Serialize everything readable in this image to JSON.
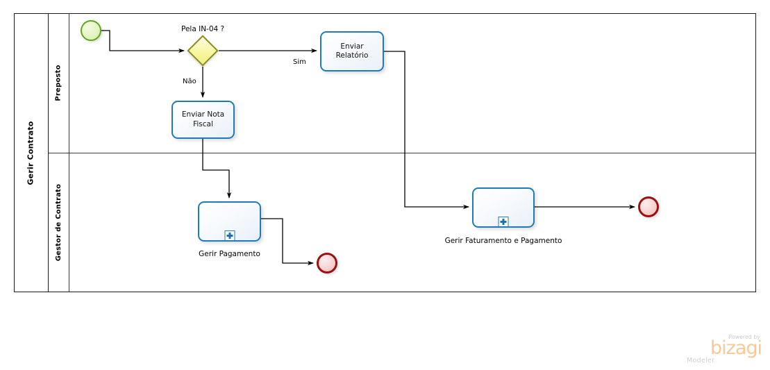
{
  "diagram": {
    "type": "bpmn-process",
    "pool": {
      "name": "Gerir Contrato"
    },
    "lanes": [
      {
        "id": "lane-preposto",
        "name": "Preposto"
      },
      {
        "id": "lane-gestor",
        "name": "Gestor de Contrato"
      }
    ],
    "nodes": [
      {
        "id": "start-1",
        "type": "start-event",
        "lane": "lane-preposto",
        "label": ""
      },
      {
        "id": "gateway-1",
        "type": "exclusive-gateway",
        "lane": "lane-preposto",
        "label": "Pela IN-04 ?"
      },
      {
        "id": "task-relatorio",
        "type": "task",
        "lane": "lane-preposto",
        "label": "Enviar Relatório"
      },
      {
        "id": "task-nota-fiscal",
        "type": "task",
        "lane": "lane-preposto",
        "label": "Enviar Nota Fiscal"
      },
      {
        "id": "subprocess-pagamento",
        "type": "collapsed-subprocess",
        "lane": "lane-gestor",
        "label": "Gerir Pagamento"
      },
      {
        "id": "subprocess-faturamento",
        "type": "collapsed-subprocess",
        "lane": "lane-gestor",
        "label": "Gerir Faturamento e Pagamento"
      },
      {
        "id": "end-1",
        "type": "end-event",
        "lane": "lane-gestor",
        "label": ""
      },
      {
        "id": "end-2",
        "type": "end-event",
        "lane": "lane-gestor",
        "label": ""
      }
    ],
    "flows": [
      {
        "id": "flow-start-gateway",
        "from": "start-1",
        "to": "gateway-1",
        "label": ""
      },
      {
        "id": "flow-sim",
        "from": "gateway-1",
        "to": "task-relatorio",
        "label": "Sim"
      },
      {
        "id": "flow-nao",
        "from": "gateway-1",
        "to": "task-nota-fiscal",
        "label": "Não"
      },
      {
        "id": "flow-nota-pagamento",
        "from": "task-nota-fiscal",
        "to": "subprocess-pagamento",
        "label": ""
      },
      {
        "id": "flow-pagamento-end",
        "from": "subprocess-pagamento",
        "to": "end-1",
        "label": ""
      },
      {
        "id": "flow-relatorio-faturamento",
        "from": "task-relatorio",
        "to": "subprocess-faturamento",
        "label": ""
      },
      {
        "id": "flow-faturamento-end",
        "from": "subprocess-faturamento",
        "to": "end-2",
        "label": ""
      }
    ],
    "markers": {
      "subprocess_plus": "+"
    }
  },
  "watermark": {
    "powered_by": "Powered by",
    "brand": "bizagi",
    "product": "Modeler"
  },
  "colors": {
    "start_event_stroke": "#62a420",
    "end_event_stroke": "#991111",
    "gateway_stroke": "#8c8c1e",
    "gateway_fill": "#f7f79d",
    "task_stroke": "#1f7bb6",
    "flow_stroke": "#000000",
    "pool_stroke": "#1a1a1a",
    "watermark_brand": "#f6c999"
  }
}
